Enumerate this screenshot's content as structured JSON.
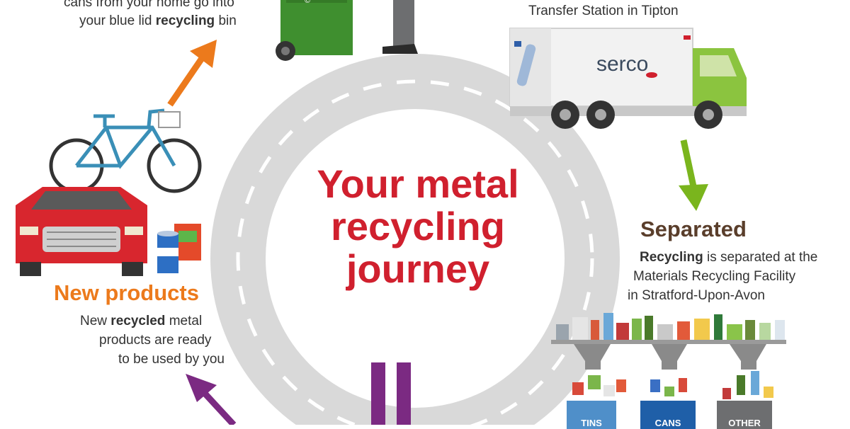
{
  "title": {
    "line1": "Your metal",
    "line2": "recycling",
    "line3": "journey"
  },
  "collected": {
    "line1": "cans from your home go into",
    "line2_pre": "your blue lid ",
    "line2_bold": "recycling",
    "line2_post": " bin"
  },
  "transfer": {
    "line1": "Transfer Station in Tipton"
  },
  "truck": {
    "brand": "serco"
  },
  "separated": {
    "heading": "Separated",
    "line1_bold": "Recycling",
    "line1_rest": " is separated at the",
    "line2": "Materials Recycling Facility",
    "line3": "in Stratford-Upon-Avon"
  },
  "new_products": {
    "heading": "New products",
    "line1_pre": "New ",
    "line1_bold": "recycled",
    "line1_post": " metal",
    "line2": "products are ready",
    "line3": "to be used by you"
  },
  "bins": [
    {
      "label": "TINS",
      "color": "#4f8fc9"
    },
    {
      "label": "CANS",
      "color": "#1f5fa8"
    },
    {
      "label": "OTHER",
      "color": "#6d6e70"
    }
  ],
  "colors": {
    "title_red": "#d0202e",
    "orange": "#ec7a1c",
    "green": "#7ab51d",
    "purple": "#7b2a82",
    "brown": "#5a3e2b",
    "road": "#d9d9d9"
  }
}
